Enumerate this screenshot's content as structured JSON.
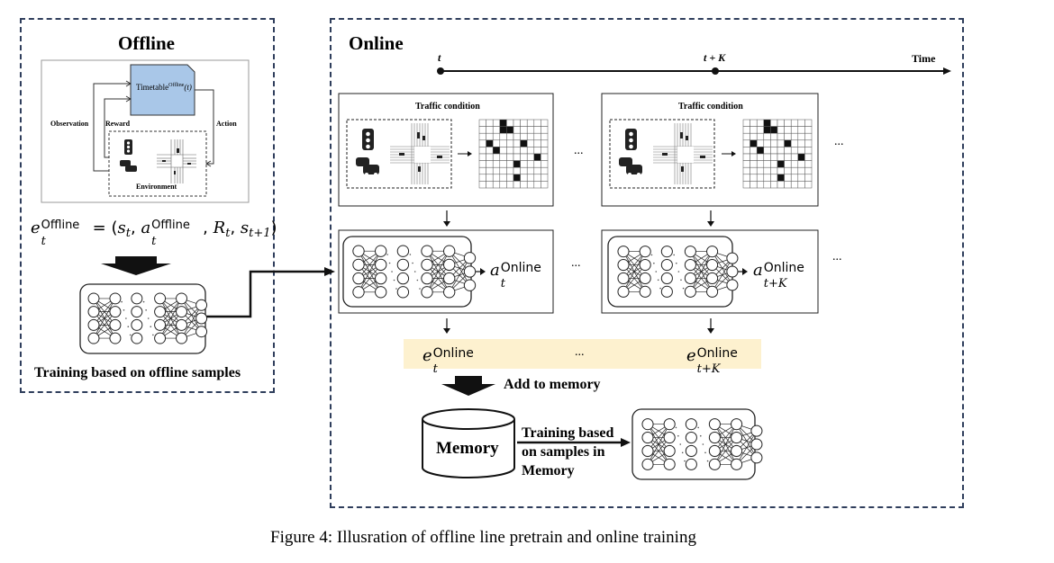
{
  "offline": {
    "title": "Offline",
    "timetable_base": "Timetable",
    "timetable_sup": "Offline",
    "timetable_arg": "(t)",
    "observation": "Observation",
    "reward": "Reward",
    "action": "Action",
    "environment": "Environment",
    "equation": {
      "e": "e",
      "t": "t",
      "sup": "Offline",
      "eq": "= (",
      "s": "s",
      "comma": ",",
      "a": "a",
      "R": "R",
      "t1": "t+1",
      "close": ")"
    },
    "training_label": "Training based on offline samples"
  },
  "online": {
    "title": "Online",
    "timeline": {
      "t": "t",
      "tk": "t + K",
      "time": "Time"
    },
    "traffic_condition": "Traffic condition",
    "ellipsis": "...",
    "action_label": {
      "a": "a",
      "sub1": "t",
      "sub2": "t+K",
      "sup": "Online"
    },
    "experience_label": {
      "e": "e",
      "sub1": "t",
      "sub2": "t+K",
      "sup": "Online"
    },
    "add_to_memory": "Add to memory",
    "memory": "Memory",
    "training_memory": [
      "Training based",
      "on samples in",
      "Memory"
    ]
  },
  "caption": "Figure 4: Illusration of offline line pretrain and online training",
  "colors": {
    "border": "#2f3e5c",
    "timetable_fill": "#a9c7e8",
    "experience_band": "#fdf1cf"
  }
}
